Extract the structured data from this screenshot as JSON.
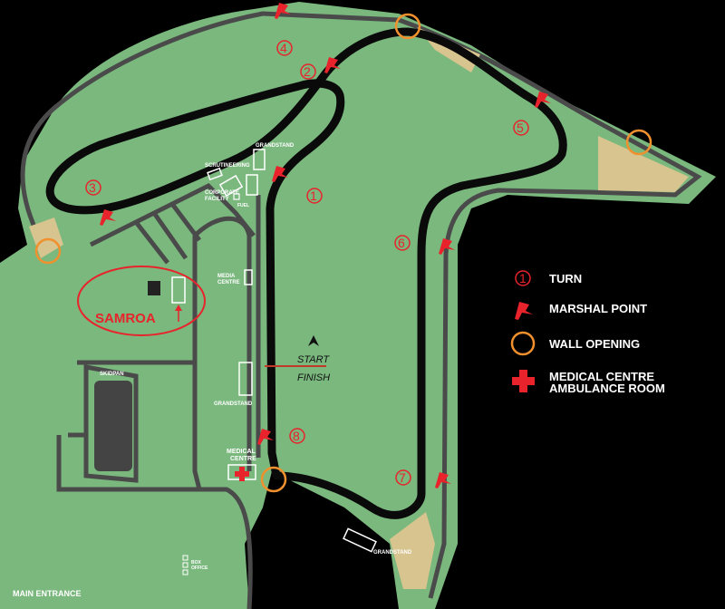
{
  "colors": {
    "background": "#000000",
    "grass": "#7ab87e",
    "track": "#0a0a0a",
    "sand": "#d7c48e",
    "kerb_grey": "#4a4a4a",
    "marker_red": "#e8232b",
    "wall_opening": "#f0912e",
    "line_white": "#ffffff"
  },
  "icons": {
    "turn": "circled-number",
    "marshal": "red-flag-icon",
    "wall": "orange-ring-icon",
    "medical": "red-cross-icon"
  },
  "labels": {
    "start": "START",
    "finish": "FINISH",
    "grandstand": "GRANDSTAND",
    "scrutineering": "SCRUTINEERING",
    "corporate_facility": "CORPORATE\nFACILITY",
    "fuel": "FUEL",
    "media_centre": "MEDIA\nCENTRE",
    "skidpan": "SKIDPAN",
    "medical_centre": "MEDICAL\nCENTRE",
    "box_office": "BOX\nOFFICE",
    "main_entrance": "MAIN ENTRANCE",
    "samroa": "SAMROA"
  },
  "turns": [
    "1",
    "2",
    "3",
    "4",
    "5",
    "6",
    "7",
    "8"
  ],
  "legend": [
    {
      "icon": "turn-icon",
      "label": "TURN"
    },
    {
      "icon": "marshal-flag-icon",
      "label": "MARSHAL POINT"
    },
    {
      "icon": "wall-opening-icon",
      "label": "WALL OPENING"
    },
    {
      "icon": "medical-cross-icon",
      "label": "MEDICAL CENTRE\nAMBULANCE ROOM"
    }
  ]
}
